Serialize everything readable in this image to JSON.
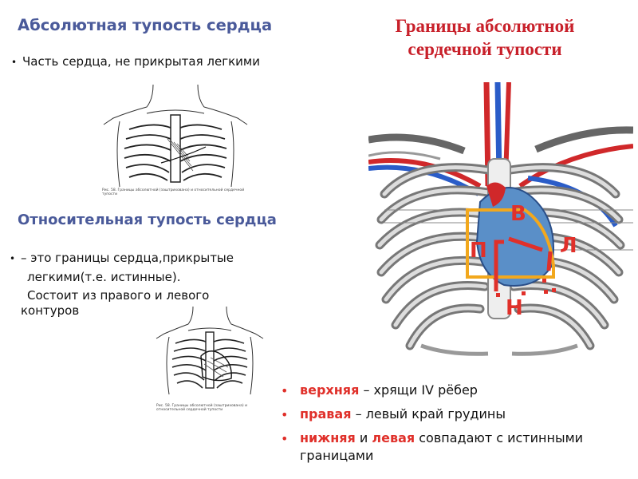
{
  "left": {
    "absolute_title": "Абсолютная тупость сердца",
    "absolute_bullet": "Часть сердца, не прикрытая легкими",
    "relative_title": "Относительная тупость сердца",
    "relative_bullet_line1": "– это границы сердца,прикрытые",
    "relative_bullet_line2": "легкими(т.е. истинные).",
    "relative_bullet_line3": "Состоит из правого и левого",
    "relative_bullet_line4": "контуров",
    "fig_caption_1": "Рис. 58. Границы абсолютной (заштрихована) и относительной сердечной тупости",
    "fig_caption_2": "Рис. 58. Границы абсолютной (заштрихована) и относительной сердечной тупости"
  },
  "right": {
    "title_line1": "Границы абсолютной",
    "title_line2": "сердечной тупости",
    "labels": {
      "top": "В",
      "left": "П",
      "right": "Л",
      "bottom": "Н"
    },
    "items": [
      {
        "red": "верхняя",
        "rest": " – хрящи IV рёбер"
      },
      {
        "red": "правая",
        "rest": " – левый край грудины"
      },
      {
        "red1": "нижняя",
        "mid": " и ",
        "red2": "левая",
        "rest": " совпадают с истинными границами"
      }
    ]
  },
  "colors": {
    "heading_blue": "#4a5a9a",
    "accent_red": "#e0302a",
    "border_orange": "#f2a81d"
  }
}
